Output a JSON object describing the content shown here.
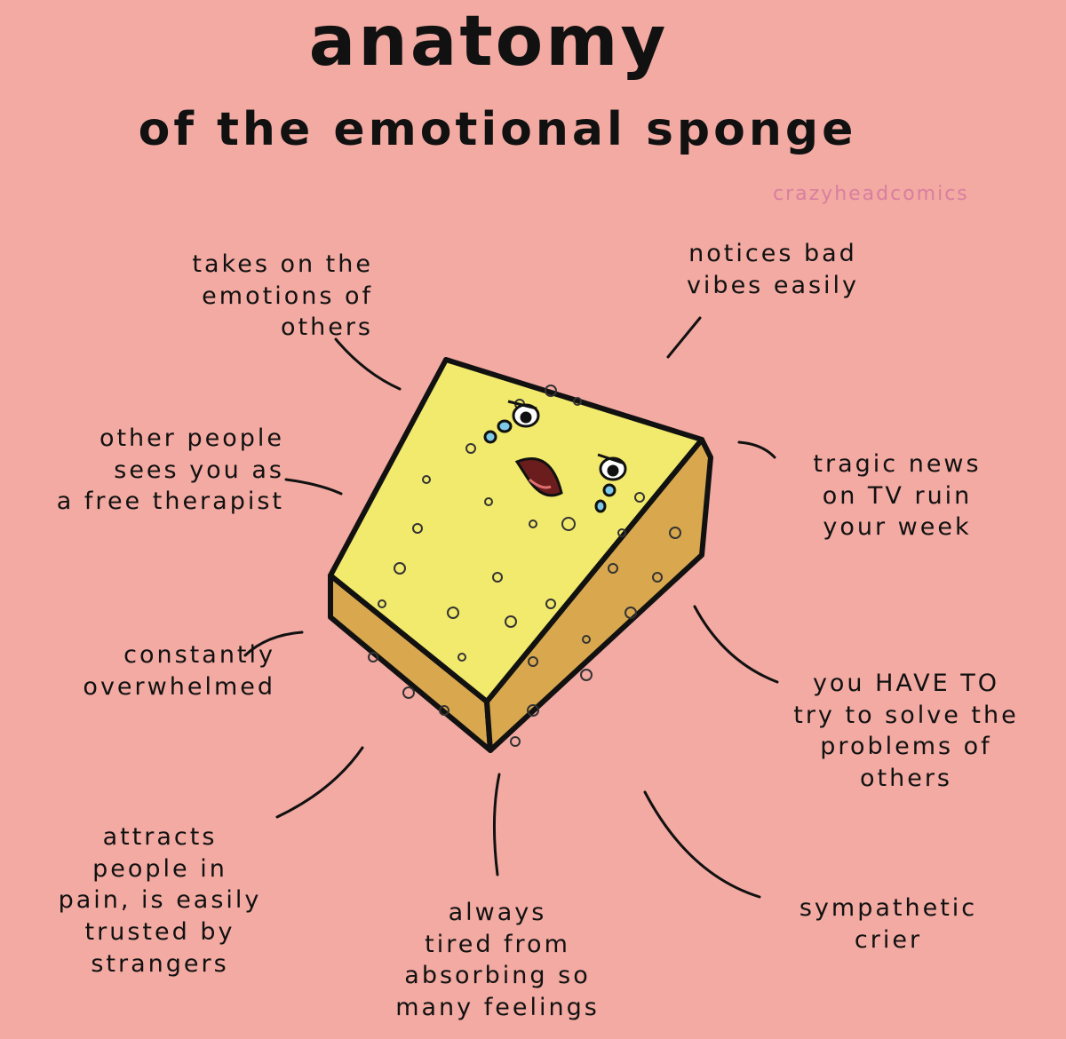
{
  "title": "anatomy",
  "subtitle": "of the emotional sponge",
  "credit": "crazyheadcomics",
  "colors": {
    "background": "#f2aaa2",
    "sponge_top": "#f2ea6c",
    "sponge_side": "#d9a84e",
    "credit": "#d97ea0",
    "outline": "#111111"
  },
  "traits": [
    {
      "text": "takes on the\nemotions of\nothers"
    },
    {
      "text": "notices bad\nvibes easily"
    },
    {
      "text": "other people\nsees you as\na free therapist"
    },
    {
      "text": "tragic news\non TV ruin\nyour week"
    },
    {
      "text": "constantly\noverwhelmed"
    },
    {
      "text": "you HAVE TO\ntry to solve the\nproblems of\nothers"
    },
    {
      "text": "attracts\npeople in\npain, is easily\ntrusted by\nstrangers"
    },
    {
      "text": "always\ntired from\nabsorbing so\nmany feelings"
    },
    {
      "text": "sympathetic\ncrier"
    }
  ]
}
